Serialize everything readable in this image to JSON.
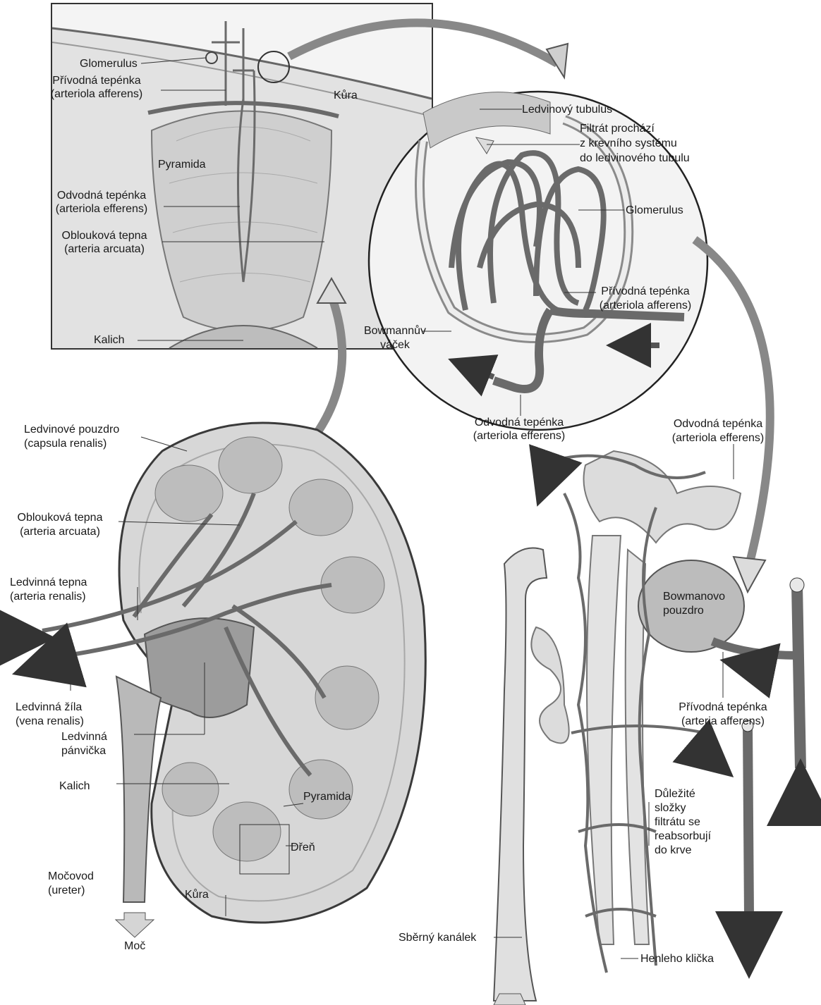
{
  "colors": {
    "background": "#ffffff",
    "tissue_light": "#d9d9d9",
    "tissue_mid": "#b5b5b5",
    "vessel_dark": "#6a6a6a",
    "outline": "#3a3a3a",
    "arrow_dark": "#555555",
    "arrow_light": "#cfcfcf"
  },
  "inset_section": {
    "glomerulus": "Glomerulus",
    "afferent_1": "Přívodná tepénka",
    "afferent_2": "(arteriola afferens)",
    "cortex": "Kůra",
    "pyramid": "Pyramida",
    "efferent_1": "Odvodná tepénka",
    "efferent_2": "(arteriola efferens)",
    "arcuate_1": "Oblouková tepna",
    "arcuate_2": "(arteria arcuata)",
    "calyx": "Kalich"
  },
  "circle_detail": {
    "tubule": "Ledvinový tubulus",
    "filtrate_1": "Filtrát prochází",
    "filtrate_2": "z krevního systému",
    "filtrate_3": "do ledvinového tubulu",
    "glomerulus": "Glomerulus",
    "afferent_1": "Přívodná tepénka",
    "afferent_2": "(arteriola afferens)",
    "bowman_1": "Bowmannův",
    "bowman_2": "váček",
    "efferent_1": "Odvodná tepénka",
    "efferent_2": "(arteriola efferens)"
  },
  "kidney": {
    "capsule_1": "Ledvinové pouzdro",
    "capsule_2": "(capsula renalis)",
    "arcuate_1": "Oblouková tepna",
    "arcuate_2": "(arteria arcuata)",
    "artery_1": "Ledvinná tepna",
    "artery_2": "(arteria renalis)",
    "vein_1": "Ledvinná žíla",
    "vein_2": "(vena renalis)",
    "pelvis_1": "Ledvinná",
    "pelvis_2": "pánvička",
    "calyx": "Kalich",
    "pyramid": "Pyramida",
    "medulla": "Dřeň",
    "cortex": "Kůra",
    "ureter_1": "Močovod",
    "ureter_2": "(ureter)",
    "urine": "Moč"
  },
  "nephron": {
    "efferent_1": "Odvodná tepénka",
    "efferent_2": "(arteriola efferens)",
    "bowman_1": "Bowmanovo",
    "bowman_2": "pouzdro",
    "afferent_1": "Přívodná tepénka",
    "afferent_2": "(arteria afferens)",
    "reabs_1": "Důležité",
    "reabs_2": "složky",
    "reabs_3": "filtrátu se",
    "reabs_4": "reabsorbují",
    "reabs_5": "do krve",
    "collecting": "Sběrný kanálek",
    "henle": "Henleho klička"
  }
}
